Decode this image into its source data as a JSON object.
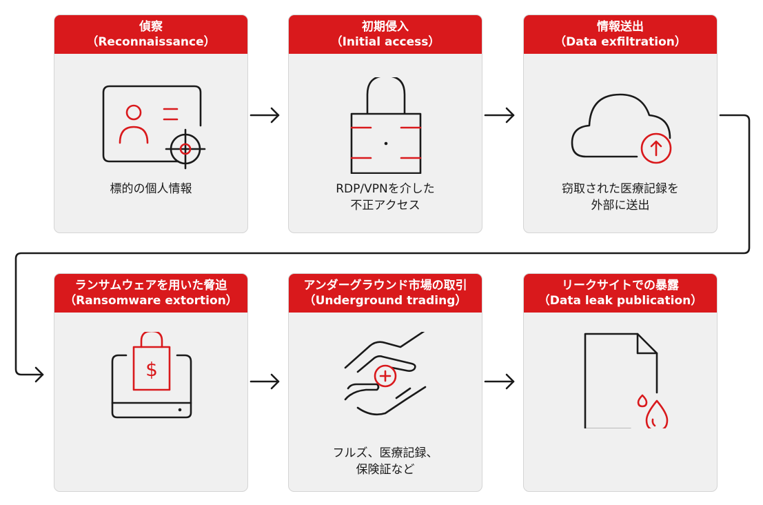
{
  "colors": {
    "accent": "#d9191c",
    "card_bg": "#f0f0f0",
    "line": "#1a1a1a",
    "text_on_accent": "#ffffff"
  },
  "steps": [
    {
      "title": "偵察",
      "subtitle": "（Reconnaissance）",
      "icon": "id-card-target-icon",
      "caption": [
        "標的の個人情報"
      ]
    },
    {
      "title": "初期侵入",
      "subtitle": "（Initial access）",
      "icon": "padlock-icon",
      "caption": [
        "RDP/VPNを介した",
        "不正アクセス"
      ]
    },
    {
      "title": "情報送出",
      "subtitle": "（Data exfiltration）",
      "icon": "cloud-upload-icon",
      "caption": [
        "窃取された医療記録を",
        "外部に送出"
      ]
    },
    {
      "title": "ランサムウェアを用いた脅迫",
      "subtitle": "（Ransomware extortion）",
      "icon": "monitor-ransom-icon",
      "caption": []
    },
    {
      "title": "アンダーグラウンド市場の取引",
      "subtitle": "（Underground trading）",
      "icon": "hands-exchange-icon",
      "caption": [
        "フルズ、医療記録、",
        "保険証など"
      ]
    },
    {
      "title": "リークサイトでの暴露",
      "subtitle": "（Data leak publication）",
      "icon": "document-leak-icon",
      "caption": []
    }
  ]
}
